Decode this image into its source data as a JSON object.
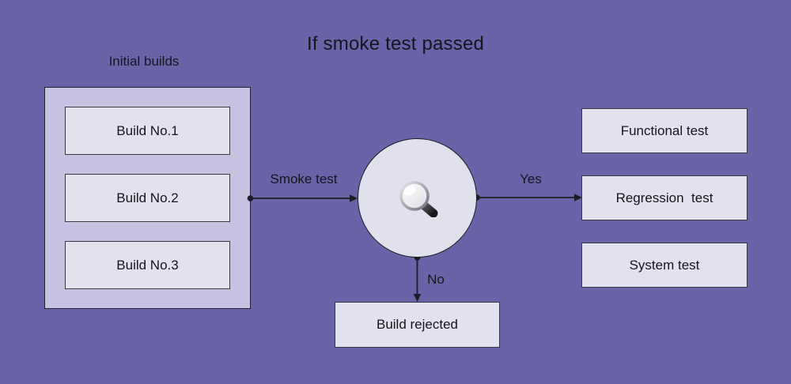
{
  "title": "If smoke test passed",
  "colors": {
    "background": "#6a63a7",
    "group_fill": "#c5c2e2",
    "node_fill": "#e2e1ee",
    "decision_fill": "#e1e0ed",
    "border_dark": "#23212b",
    "node_border": "#3b3944",
    "line": "#1c1c24",
    "text": "#15151d"
  },
  "groups": {
    "initial_builds": {
      "label": "Initial builds",
      "items": [
        {
          "label": "Build No.1"
        },
        {
          "label": "Build No.2"
        },
        {
          "label": "Build No.3"
        }
      ]
    }
  },
  "decision": {
    "shape": "circle",
    "icon": "magnifier-icon"
  },
  "edges": {
    "input_label": "Smoke test",
    "yes_label": "Yes",
    "no_label": "No"
  },
  "outcomes": {
    "yes": [
      {
        "label": "Functional test"
      },
      {
        "label": "Regression  test"
      },
      {
        "label": "System test"
      }
    ],
    "no": {
      "label": "Build rejected"
    }
  }
}
